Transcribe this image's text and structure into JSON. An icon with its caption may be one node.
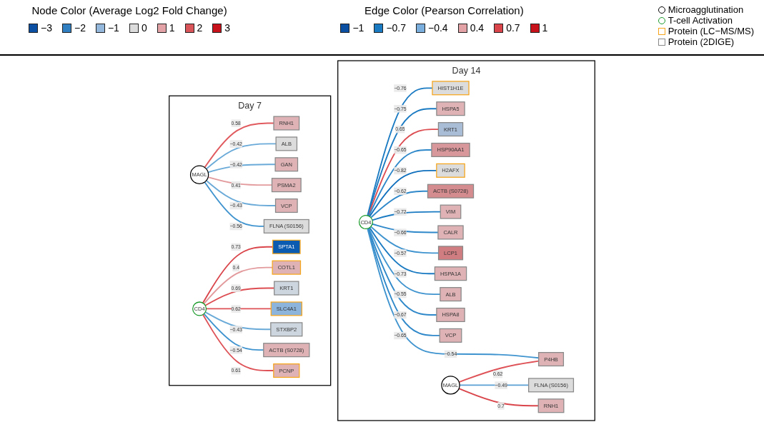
{
  "diagram": {
    "nodes": [
      {
        "text": [
          "Day 7"
        ]
      },
      {
        "text": [
          "SPTA1"
        ],
        "in": 0
      },
      {
        "text": [
          "KRT1"
        ],
        "in": 0
      },
      {
        "text": [
          "RNH1"
        ],
        "in": 0
      },
      {
        "text": [
          "COTL1"
        ],
        "in": 0
      },
      {
        "text": [
          "ALB"
        ],
        "in": 0
      },
      {
        "text": [
          "SLC4A1"
        ],
        "in": 0
      },
      {
        "text": [
          "GAN"
        ],
        "in": 0
      },
      {
        "text": [
          "CD4"
        ],
        "in": 0
      },
      {
        "text": [
          "MAGL"
        ],
        "in": 0
      },
      {
        "text": [
          "PSMA2"
        ],
        "in": 0
      },
      {
        "text": [
          "STXBP2"
        ],
        "in": 0
      },
      {
        "text": [
          "ACTB (S0728)"
        ],
        "in": 0
      },
      {
        "text": [
          "VCP"
        ],
        "in": 0
      },
      {
        "text": [
          "PCNP"
        ],
        "in": 0
      },
      {
        "text": [
          "FLNA (S0156)"
        ],
        "in": 0
      },
      {
        "text": [
          "Day 14"
        ]
      },
      {
        "text": [
          "HIST1H1E"
        ],
        "in": 16
      },
      {
        "text": [
          "HSPA5"
        ],
        "in": 16
      },
      {
        "text": [
          "KRT1"
        ],
        "in": 16
      },
      {
        "text": [
          "H2AFX"
        ],
        "in": 16
      },
      {
        "text": [
          "HSP90AA1"
        ],
        "in": 16
      },
      {
        "text": [
          "ACTB (S0728)"
        ],
        "in": 16
      },
      {
        "text": [
          "VIM"
        ],
        "in": 16
      },
      {
        "text": [
          "CALR"
        ],
        "in": 16
      },
      {
        "text": [
          "CD4"
        ],
        "in": 16
      },
      {
        "text": [
          "LCP1"
        ],
        "in": 16
      },
      {
        "text": [
          "HSPA1A"
        ],
        "in": 16
      },
      {
        "text": [
          "ALB"
        ],
        "in": 16
      },
      {
        "text": [
          "HSPA8"
        ],
        "in": 16
      },
      {
        "text": [
          "VCP"
        ],
        "in": 16
      },
      {
        "text": [
          "P4HB"
        ],
        "in": 16
      },
      {
        "text": [
          "MAGL"
        ],
        "in": 16
      },
      {
        "text": [
          "FLNA (S0156)"
        ],
        "in": 16
      },
      {
        "text": [
          "RNH1"
        ],
        "in": 16
      }
    ],
    "edges": [
      {
        "from": 9,
        "to": 3,
        "arrow": "none",
        "label": "0.58",
        "color": "#e05a5e"
      },
      {
        "from": 9,
        "to": 5,
        "arrow": "none",
        "label": "−0.42",
        "color": "#6aaad8"
      },
      {
        "from": 9,
        "to": 7,
        "arrow": "none",
        "label": "−0.42",
        "color": "#6aaad8"
      },
      {
        "from": 9,
        "to": 10,
        "arrow": "none",
        "label": "0.41",
        "color": "#e39a9c"
      },
      {
        "from": 9,
        "to": 13,
        "arrow": "none",
        "label": "−0.43",
        "color": "#6aaad8"
      },
      {
        "from": 9,
        "to": 15,
        "arrow": "none",
        "label": "−0.56",
        "color": "#3f94cf"
      },
      {
        "from": 8,
        "to": 1,
        "arrow": "none",
        "label": "0.73",
        "color": "#d9454a"
      },
      {
        "from": 8,
        "to": 4,
        "arrow": "none",
        "label": "0.4",
        "color": "#e39a9c"
      },
      {
        "from": 8,
        "to": 2,
        "arrow": "none",
        "label": "0.69",
        "color": "#dc4c51"
      },
      {
        "from": 8,
        "to": 6,
        "arrow": "none",
        "label": "0.62",
        "color": "#de5257"
      },
      {
        "from": 8,
        "to": 11,
        "arrow": "none",
        "label": "−0.43",
        "color": "#6aaad8"
      },
      {
        "from": 8,
        "to": 12,
        "arrow": "none",
        "label": "−0.54",
        "color": "#3f94cf"
      },
      {
        "from": 8,
        "to": 14,
        "arrow": "none",
        "label": "0.61",
        "color": "#de5257"
      },
      {
        "from": 25,
        "to": 18,
        "arrow": "none",
        "label": "−0.75",
        "color": "#1a7ac2"
      },
      {
        "from": 25,
        "to": 19,
        "arrow": "none",
        "label": "0.65",
        "color": "#dc4c51"
      },
      {
        "from": 25,
        "to": 17,
        "arrow": "none",
        "label": "−0.76",
        "color": "#1a7ac2"
      },
      {
        "from": 25,
        "to": 21,
        "arrow": "none",
        "label": "−0.65",
        "color": "#2f88c9"
      },
      {
        "from": 25,
        "to": 20,
        "arrow": "none",
        "label": "−0.82",
        "color": "#0f6fbd"
      },
      {
        "from": 25,
        "to": 22,
        "arrow": "none",
        "label": "−0.62",
        "color": "#2f88c9"
      },
      {
        "from": 25,
        "to": 23,
        "arrow": "none",
        "label": "−0.72",
        "color": "#1a7ac2"
      },
      {
        "from": 25,
        "to": 24,
        "arrow": "none",
        "label": "−0.66",
        "color": "#2f88c9"
      },
      {
        "from": 25,
        "to": 26,
        "arrow": "none",
        "label": "−0.57",
        "color": "#3f94cf"
      },
      {
        "from": 25,
        "to": 27,
        "arrow": "none",
        "label": "−0.73",
        "color": "#1a7ac2"
      },
      {
        "from": 25,
        "to": 28,
        "arrow": "none",
        "label": "−0.55",
        "color": "#3f94cf"
      },
      {
        "from": 25,
        "to": 29,
        "arrow": "none",
        "label": "−0.67",
        "color": "#2f88c9"
      },
      {
        "from": 25,
        "to": 30,
        "arrow": "none",
        "label": "−0.65",
        "color": "#2f88c9"
      },
      {
        "from": 25,
        "to": 31,
        "arrow": "none",
        "label": "−0.54",
        "color": "#3f94cf"
      },
      {
        "from": 32,
        "to": 31,
        "arrow": "none",
        "label": "0.62",
        "color": "#de5257"
      },
      {
        "from": 32,
        "to": 33,
        "arrow": "none",
        "label": "−0.49",
        "color": "#5aa0d4"
      },
      {
        "from": 32,
        "to": 34,
        "arrow": "none",
        "label": "0.7",
        "color": "#d9454a"
      }
    ],
    "labels": [
      "Node Color (Average Log2 Fold Change)",
      "Edge Color (Pearson Correlation)"
    ],
    "legend": [
      {
        "text": "−3",
        "color": "#0b4fa3"
      },
      {
        "text": "−2",
        "color": "#2f7fc1"
      },
      {
        "text": "−1",
        "color": "#94b8dc"
      },
      {
        "text": "0",
        "color": "#dcdcdc"
      },
      {
        "text": "1",
        "color": "#e3a3a6"
      },
      {
        "text": "2",
        "color": "#d9555a"
      },
      {
        "text": "3",
        "color": "#c8121b"
      },
      {
        "text": "−1",
        "color": "#0b4fa3"
      },
      {
        "text": "−0.7",
        "color": "#1a7ac2"
      },
      {
        "text": "−0.4",
        "color": "#7aaedc"
      },
      {
        "text": "0.4",
        "color": "#e3a3a6"
      },
      {
        "text": "0.7",
        "color": "#d9454a"
      },
      {
        "text": "1",
        "color": "#c8121b"
      },
      {
        "text": "Microagglutination"
      },
      {
        "text": "T-cell Activation"
      },
      {
        "text": "Protein (LC−MS/MS)"
      },
      {
        "text": "Protein (2DIGE)"
      }
    ]
  }
}
